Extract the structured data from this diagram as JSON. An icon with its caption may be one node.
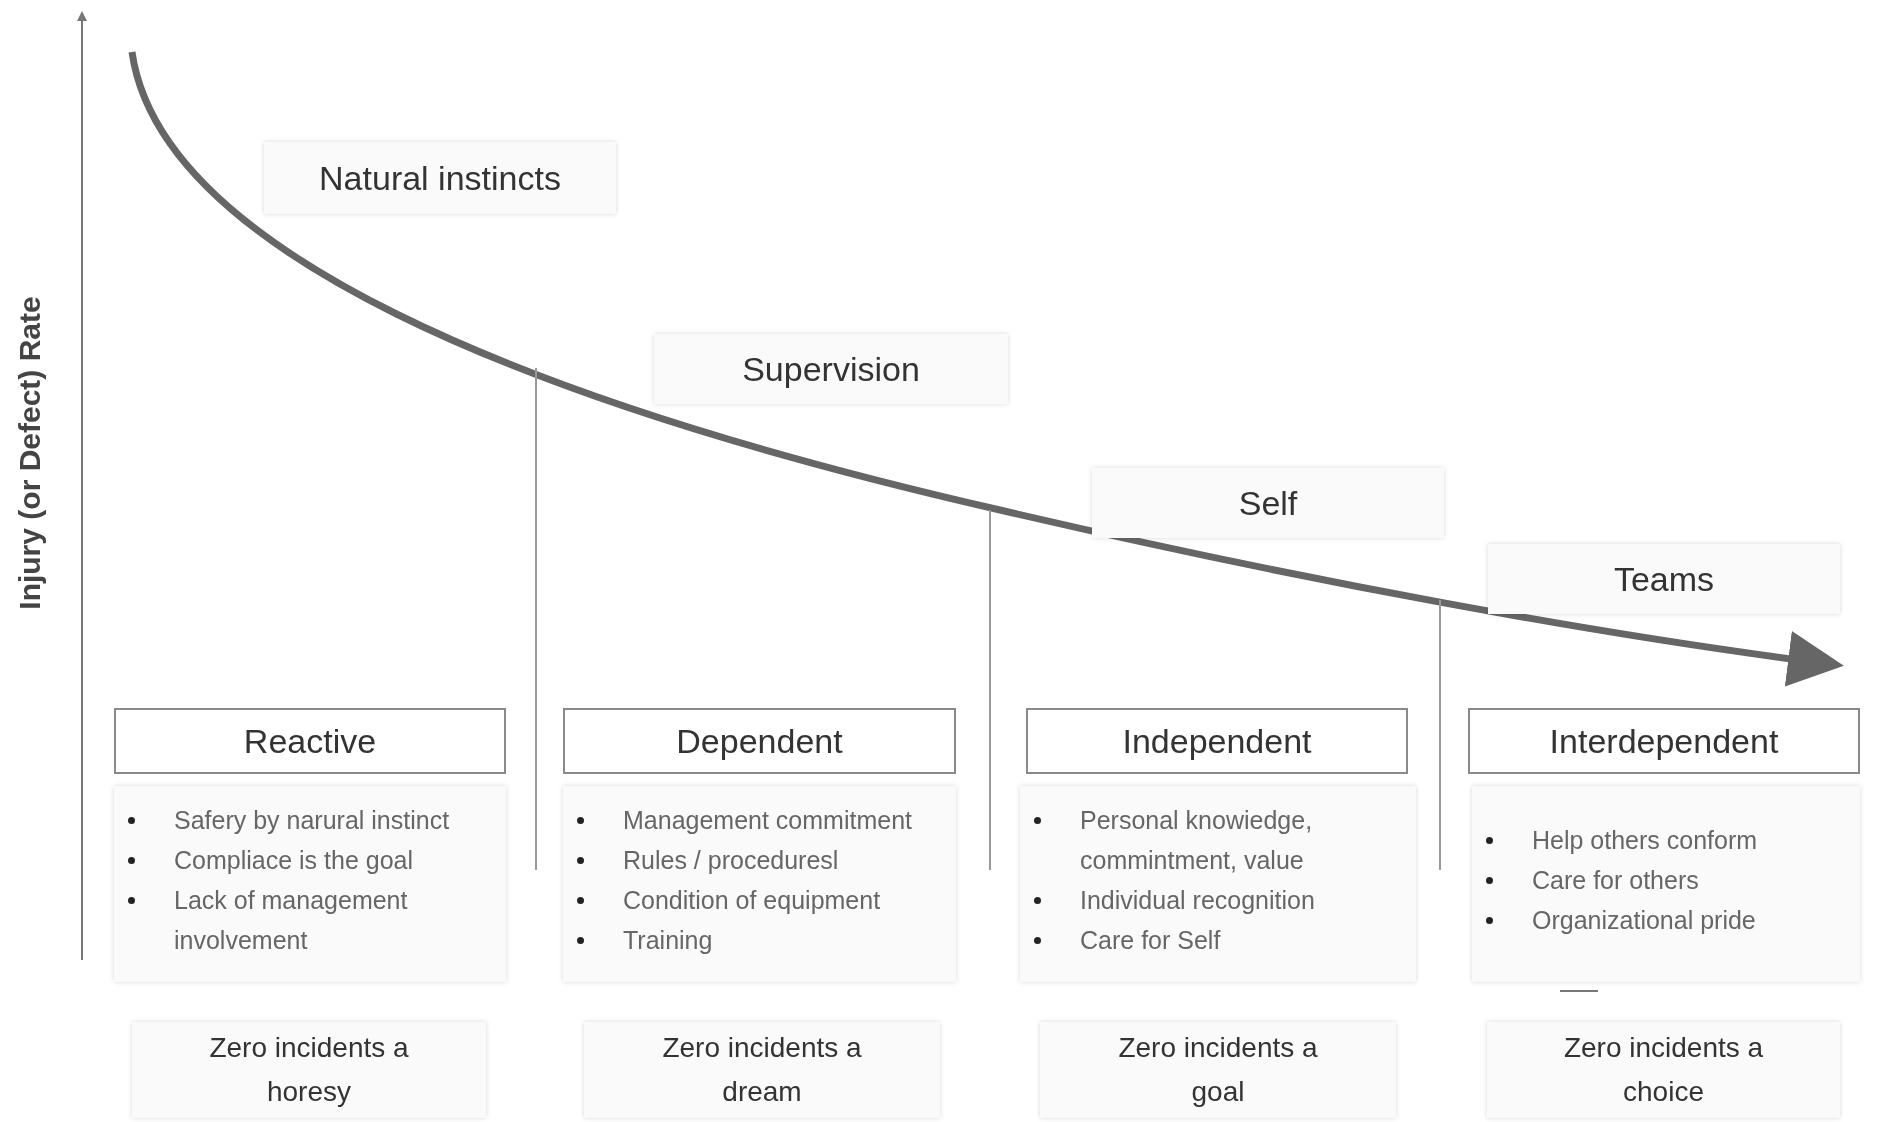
{
  "diagram": {
    "nodes": [
      {
        "text": [
          "Natural instincts"
        ]
      },
      {
        "text": [
          "Supervision"
        ]
      },
      {
        "text": [
          "Self"
        ]
      },
      {
        "text": [
          "Teams"
        ]
      },
      {
        "text": [
          "Reactive"
        ]
      },
      {
        "text": [
          "Safery by narural instinct",
          "Compliace is the goal",
          "Lack of management involvement"
        ]
      },
      {
        "text": [
          "Zero incidents a horesy"
        ]
      },
      {
        "text": [
          "Dependent"
        ]
      },
      {
        "text": [
          "Management commitment",
          "Rules / proceduresl",
          "Condition of equipment",
          "Training"
        ]
      },
      {
        "text": [
          "Zero incidents a dream"
        ]
      },
      {
        "text": [
          "Independent"
        ]
      },
      {
        "text": [
          "Personal knowiedge, commintment, value",
          "Individual recognition",
          "Care for Self"
        ]
      },
      {
        "text": [
          "Zero incidents a goal"
        ]
      },
      {
        "text": [
          "Interdependent"
        ]
      },
      {
        "text": [
          "Help others conform",
          "Care for others",
          "Organizational pride"
        ]
      },
      {
        "text": [
          "Zero incidents a choice"
        ]
      }
    ],
    "labels": [
      "Injury (or Defect) Rate"
    ]
  }
}
